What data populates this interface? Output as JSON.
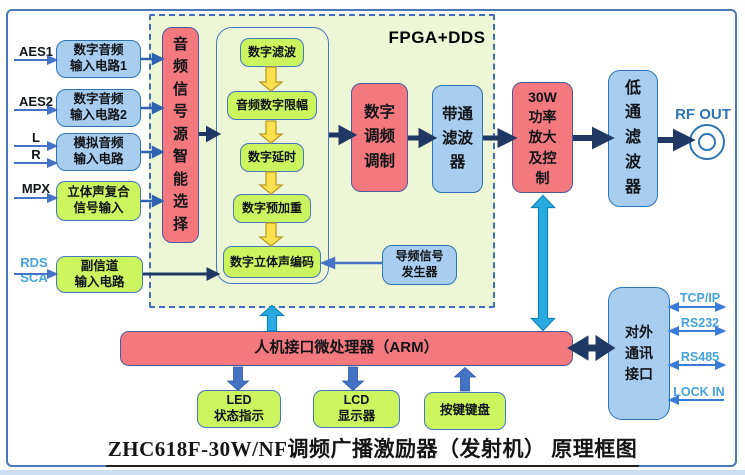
{
  "frame": {
    "title": "ZHC618F-30W/NF调频广播激励器（发射机） 原理框图"
  },
  "fpga": {
    "label": "FPGA+DDS"
  },
  "inputs": {
    "aes1": {
      "label": "AES1",
      "box": "数字音频\n输入电路1"
    },
    "aes2": {
      "label": "AES2",
      "box": "数字音频\n输入电路2"
    },
    "analog": {
      "label_l": "L",
      "label_r": "R",
      "box": "模拟音频\n输入电路"
    },
    "mpx": {
      "label": "MPX",
      "box": "立体声复合\n信号输入"
    },
    "subchannel": {
      "label": "RDS\nSCA",
      "box": "副信道\n输入电路"
    }
  },
  "blocks": {
    "source_selector": "音\n频\n信\n号\n源\n智\n能\n选\n择",
    "digital_filter": "数字滤波",
    "audio_limiter": "音频数字限幅",
    "digital_delay": "数字延时",
    "pre_emphasis": "数字预加重",
    "stereo_encoder": "数字立体声编码",
    "fm_modulator": "数字\n调频\n调制",
    "bandpass_filter": "带通\n滤波\n器",
    "pilot_generator": "导频信号\n发生器",
    "power_amp": "30W\n功率\n放大\n及控\n制",
    "lowpass_filter": "低\n通\n滤\n波\n器",
    "arm": "人机接口微处理器（ARM）",
    "led": "LED\n状态指示",
    "lcd": "LCD\n显示器",
    "keypad": "按键键盘",
    "comm": "对外\n通讯\n接口"
  },
  "outputs": {
    "rf_out": "RF OUT",
    "tcpip": "TCP/IP",
    "rs232": "RS232",
    "rs485": "RS485",
    "lockin": "LOCK IN"
  },
  "colors": {
    "pink": "#F4797E",
    "blue": "#A8CDEE",
    "green": "#CBF55F",
    "fpga_bg": "#EEF7D5",
    "navy": "#1F3864",
    "cyan": "#29ABE2",
    "accent_blue": "#4472C4",
    "label_blue": "#44A3DE",
    "rf_blue": "#2E75B6",
    "yellow": "#FFE14D"
  }
}
